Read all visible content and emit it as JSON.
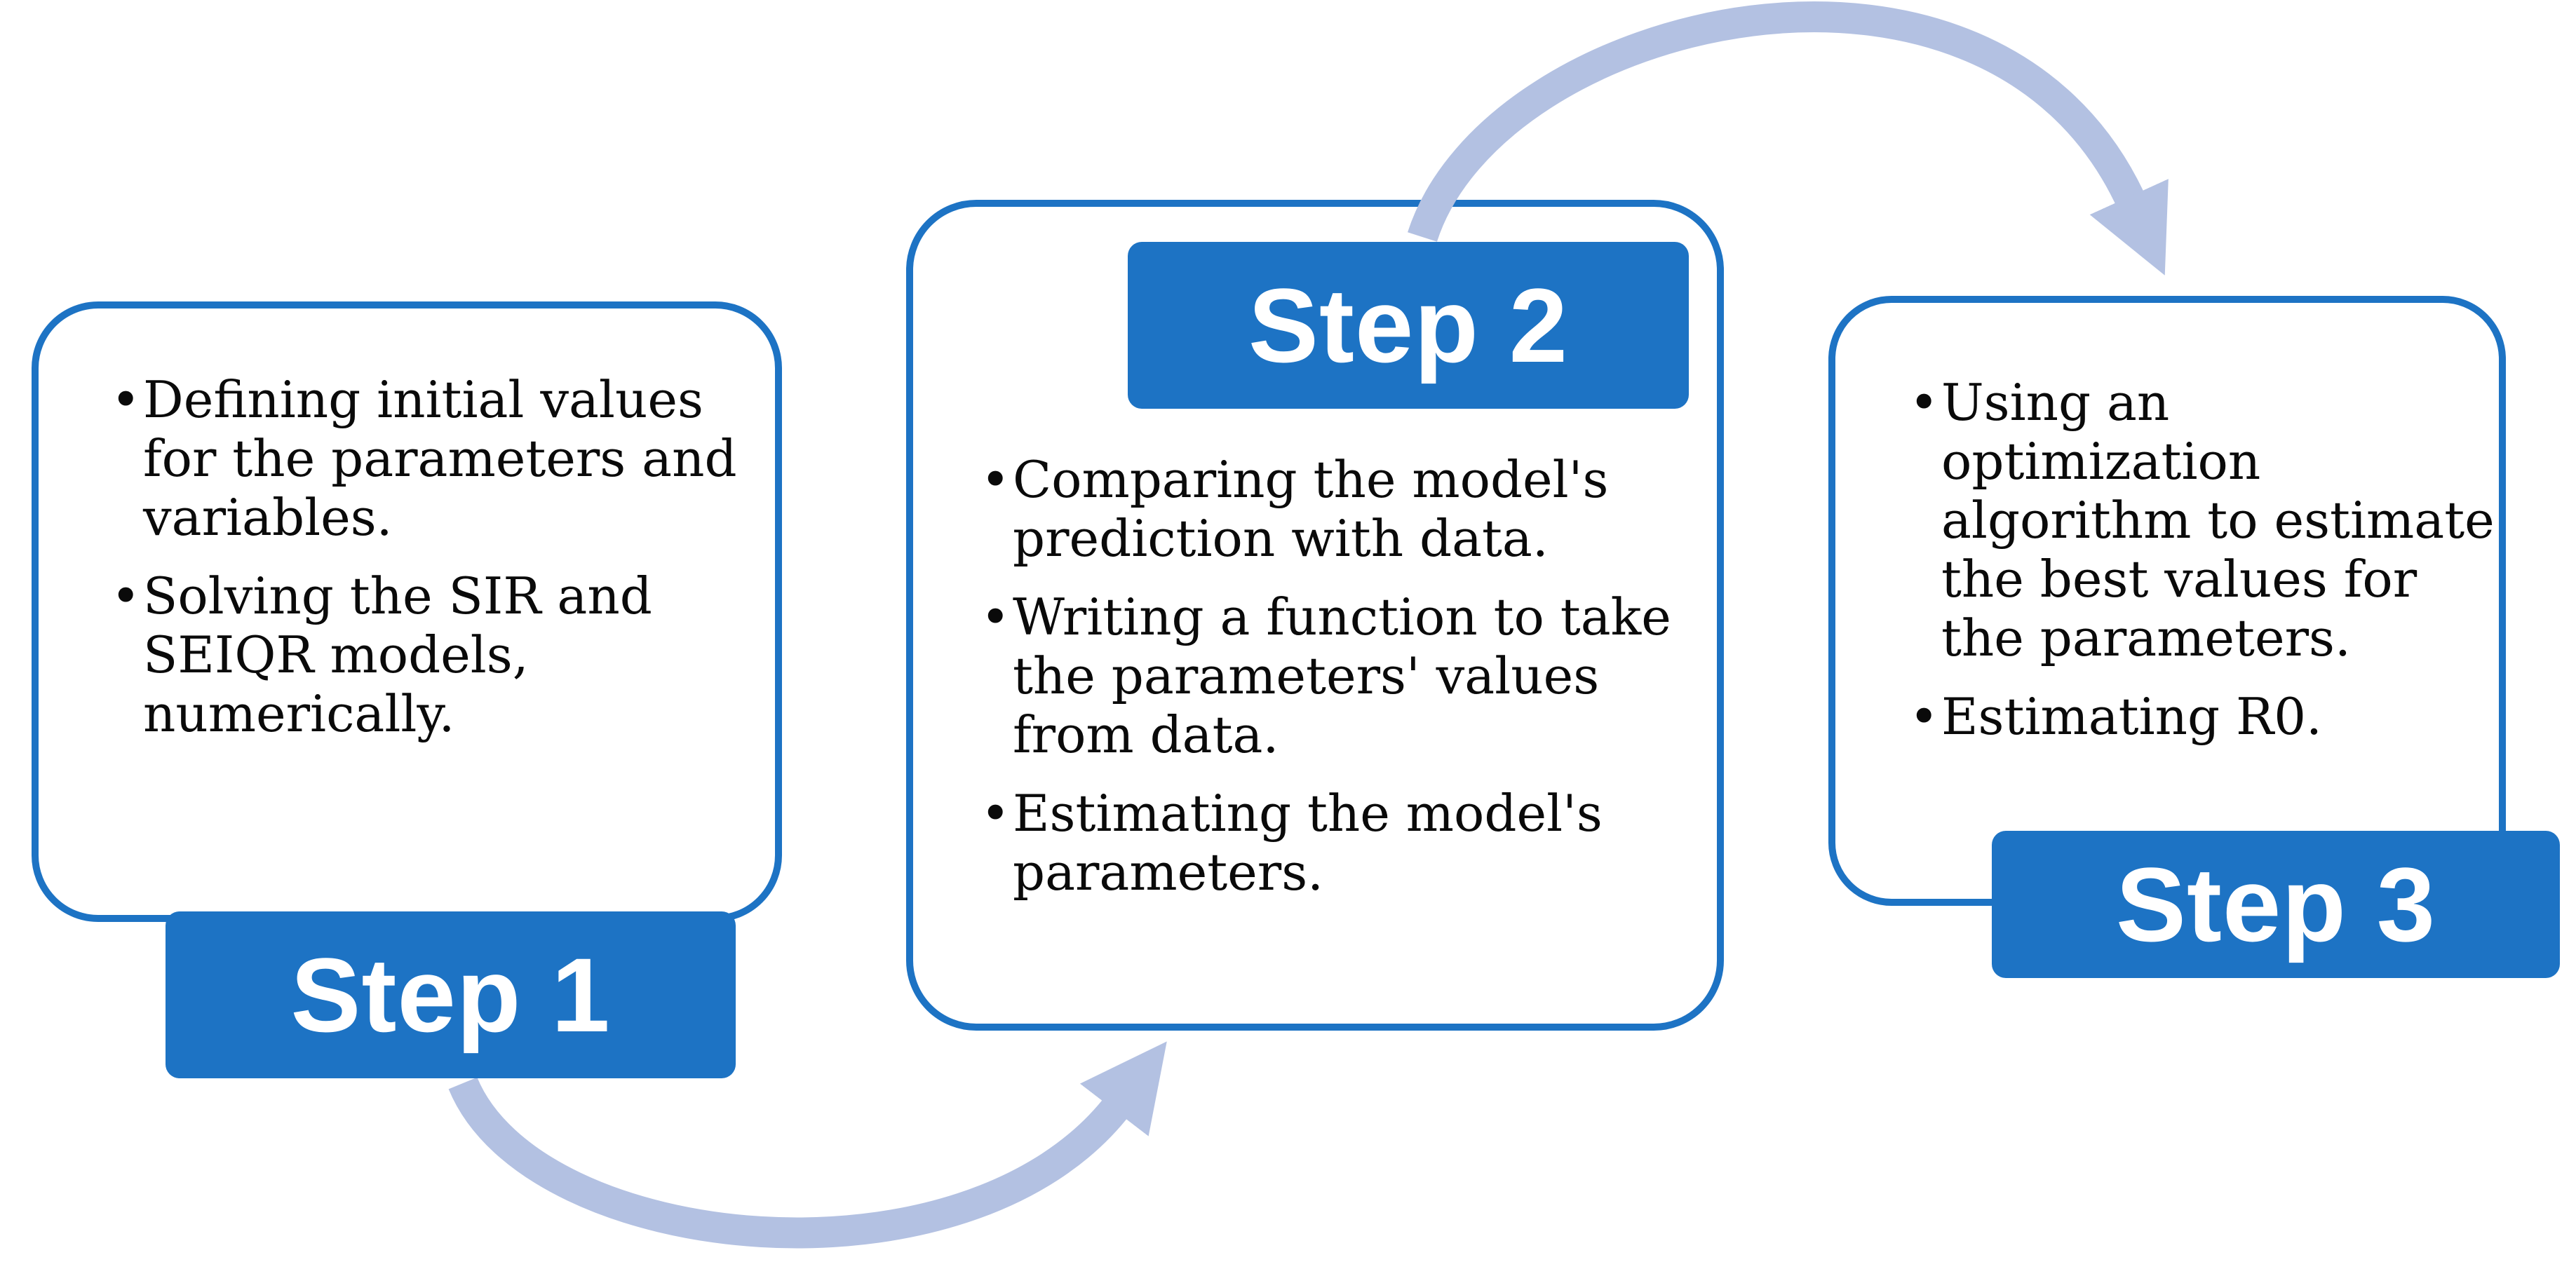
{
  "colors": {
    "accent": "#1D73C4",
    "arrow": "#B3C1E2",
    "text": "#0A0A0A",
    "label_text": "#FFFFFF",
    "background": "#FFFFFF"
  },
  "bullet_glyph": "•",
  "steps": [
    {
      "label": "Step 1",
      "bullets": [
        "Defining initial values\nfor the parameters and\nvariables.",
        "Solving the SIR and\nSEIQR models,\nnumerically."
      ]
    },
    {
      "label": "Step 2",
      "bullets": [
        "Comparing the model's\nprediction with data.",
        "Writing a function to take\nthe parameters' values\nfrom data.",
        "Estimating the model's\nparameters."
      ]
    },
    {
      "label": "Step 3",
      "bullets": [
        "Using an\noptimization\nalgorithm to estimate\nthe best values for\nthe parameters.",
        "Estimating R0."
      ]
    }
  ],
  "arrows": {
    "arrow_1": "curved-connector-step1-to-step2",
    "arrow_2": "arched-connector-step2-to-step3"
  }
}
